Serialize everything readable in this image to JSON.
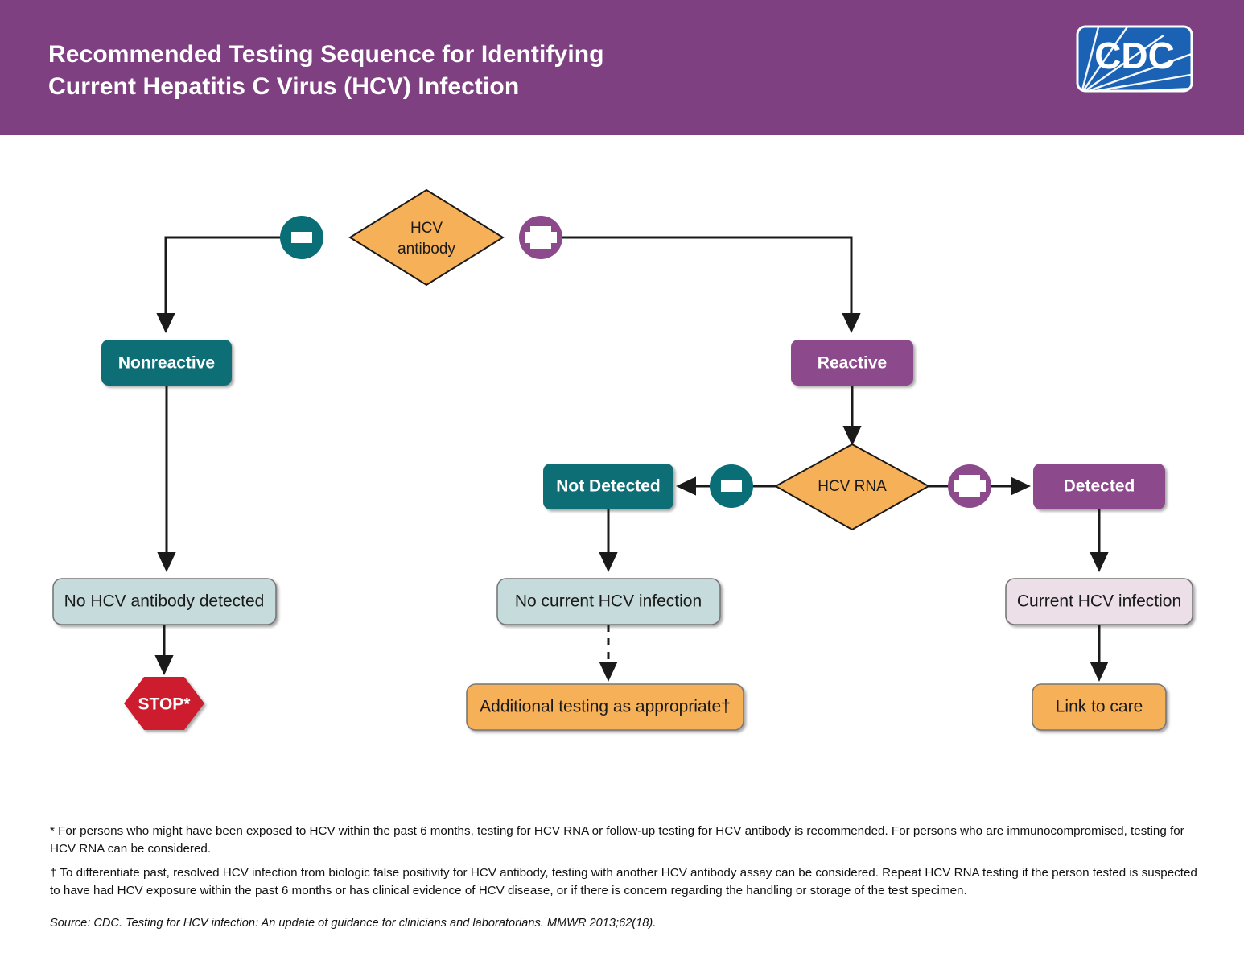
{
  "header": {
    "title": "Recommended Testing Sequence for Identifying\nCurrent Hepatitis C Virus (HCV) Infection",
    "logo_text": "CDC",
    "bar_color": "#7e4080",
    "logo_color": "#1b62b5"
  },
  "flow": {
    "nodes": {
      "hcv_antibody": "HCV antibody",
      "hcv_antibody_line1": "HCV",
      "hcv_antibody_line2": "antibody",
      "nonreactive": "Nonreactive",
      "reactive": "Reactive",
      "hcv_rna": "HCV RNA",
      "not_detected": "Not Detected",
      "detected": "Detected",
      "no_hcv_antibody_detected": "No HCV antibody detected",
      "no_current_hcv_infection": "No current HCV infection",
      "current_hcv_infection": "Current HCV infection",
      "stop": "STOP*",
      "additional_testing": "Additional testing as appropriate†",
      "link_to_care": "Link to care"
    },
    "connector_badges": {
      "antibody_negative": "−",
      "antibody_positive": "+",
      "rna_negative": "−",
      "rna_positive": "+"
    },
    "colors": {
      "teal": "#0a6e76",
      "purple": "#8c4a8c",
      "orange": "#f6b058",
      "light_blue": "#c6dcdc",
      "light_pink": "#ecdfe8",
      "red": "#cc1f2e",
      "line": "#1a1a1a"
    }
  },
  "footnotes": {
    "note_star": "* For persons who might have been exposed to HCV within the past 6 months, testing for HCV RNA or follow-up testing for HCV antibody is recommended. For persons who are immunocompromised, testing for HCV RNA can be considered.",
    "note_dagger": "† To differentiate past, resolved HCV infection from biologic false positivity for HCV antibody, testing with another HCV antibody assay can be considered. Repeat HCV RNA testing if the person tested is suspected to have had HCV exposure within the past 6 months or has clinical evidence of HCV disease, or if there is concern regarding the handling or storage of the test specimen.",
    "source": "Source: CDC. Testing for HCV infection: An update of guidance for clinicians and laboratorians. MMWR 2013;62(18)."
  }
}
